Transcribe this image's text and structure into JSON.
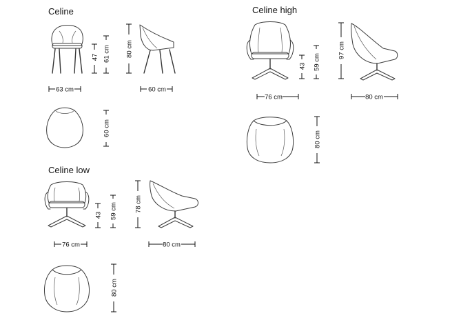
{
  "sections": {
    "celine": {
      "title": "Celine",
      "dims": {
        "width": "63 cm",
        "seat_height": "47",
        "arm_height": "61 cm",
        "height": "80 cm",
        "depth": "60 cm",
        "top_depth": "60 cm"
      }
    },
    "celine_high": {
      "title": "Celine high",
      "dims": {
        "seat_height": "43",
        "arm_height": "59 cm",
        "height": "97 cm",
        "width": "76 cm",
        "depth": "80 cm",
        "top_depth": "80 cm"
      }
    },
    "celine_low": {
      "title": "Celine low",
      "dims": {
        "seat_height": "43",
        "arm_height": "59 cm",
        "height": "78 cm",
        "width": "76 cm",
        "depth": "80 cm",
        "top_depth": "80 cm"
      }
    }
  }
}
